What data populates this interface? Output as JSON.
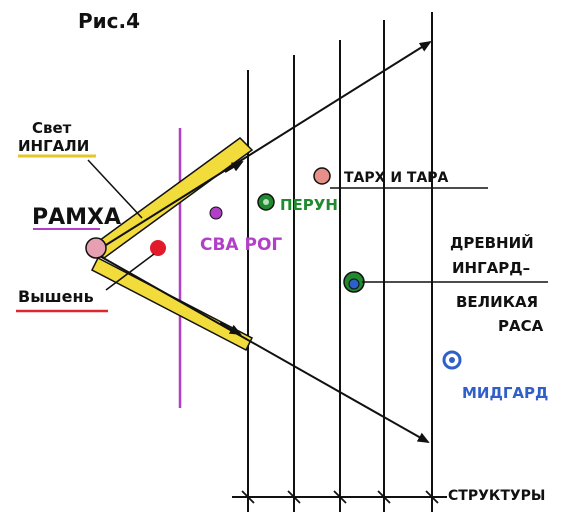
{
  "title": "Рис.4",
  "labels": {
    "svet": "Свет",
    "ingaly": "ИНГАЛИ",
    "ramha": "РАМХА",
    "vyshen": "Вышень",
    "svarog": "СВА РОГ",
    "perun": "ПЕРУН",
    "tarkh_tara": "ТАРХ И ТАРА",
    "ancient_1": "ДРЕВНИЙ",
    "ancient_2": "ИНГАРД–",
    "ancient_3": "ВЕЛИКАЯ",
    "ancient_4": "РАСА",
    "midgard": "МИДГАРД",
    "structures": "СТРУКТУРЫ"
  },
  "colors": {
    "ink": "#111111",
    "ray": "#f2dc3c",
    "purple": "#b23fc8",
    "red": "#e21b2b",
    "green": "#1f8a2e",
    "blue": "#2f5fc8",
    "pink": "#e7a0b2",
    "underline_red": "#e0262e",
    "underline_yellow": "#e6c72a"
  }
}
